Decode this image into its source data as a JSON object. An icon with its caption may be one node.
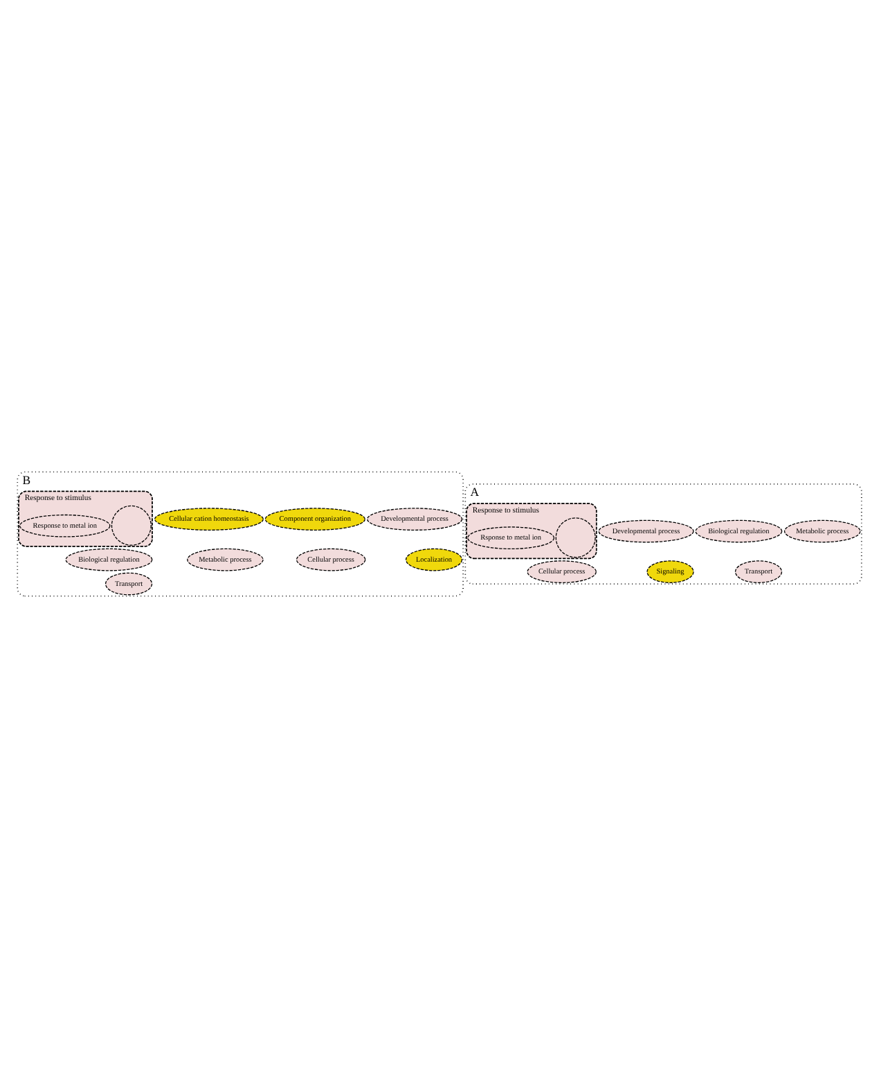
{
  "diagram": {
    "nodes": [
      {
        "text": [
          "A"
        ]
      },
      {
        "text": [
          "Response to stimulus"
        ],
        "in": 0
      },
      {
        "text": [],
        "shape": "circle",
        "in": 1
      },
      {
        "text": [
          "Rsponse to metal ion"
        ],
        "in": 1
      },
      {
        "text": [
          "Biological regulation"
        ],
        "in": 0
      },
      {
        "text": [
          "Developmental process"
        ],
        "in": 0
      },
      {
        "text": [
          "Metabolic process"
        ],
        "in": 0
      },
      {
        "text": [
          "Signaling"
        ],
        "in": 0
      },
      {
        "text": [
          "Transport"
        ],
        "in": 0
      },
      {
        "text": [
          "Cellular process"
        ],
        "in": 0
      },
      {
        "text": [
          "B"
        ]
      },
      {
        "text": [
          "Biological regulation"
        ],
        "in": 10
      },
      {
        "text": [
          "Transport"
        ],
        "in": 10
      },
      {
        "text": [
          "Localization"
        ],
        "in": 10
      },
      {
        "text": [
          "Developmental process"
        ],
        "in": 10
      },
      {
        "text": [
          "Metabolic process"
        ],
        "in": 10
      },
      {
        "text": [
          "Response to stimulus"
        ],
        "in": 10
      },
      {
        "text": [],
        "shape": "circle",
        "in": 16
      },
      {
        "text": [
          "Response to metal ion"
        ],
        "in": 16
      },
      {
        "text": [
          "Component organization"
        ],
        "in": 10
      },
      {
        "text": [
          "Cellular cation homeostasis"
        ],
        "in": 10
      },
      {
        "text": [
          "Cellular process"
        ],
        "in": 10
      }
    ],
    "edges": []
  }
}
